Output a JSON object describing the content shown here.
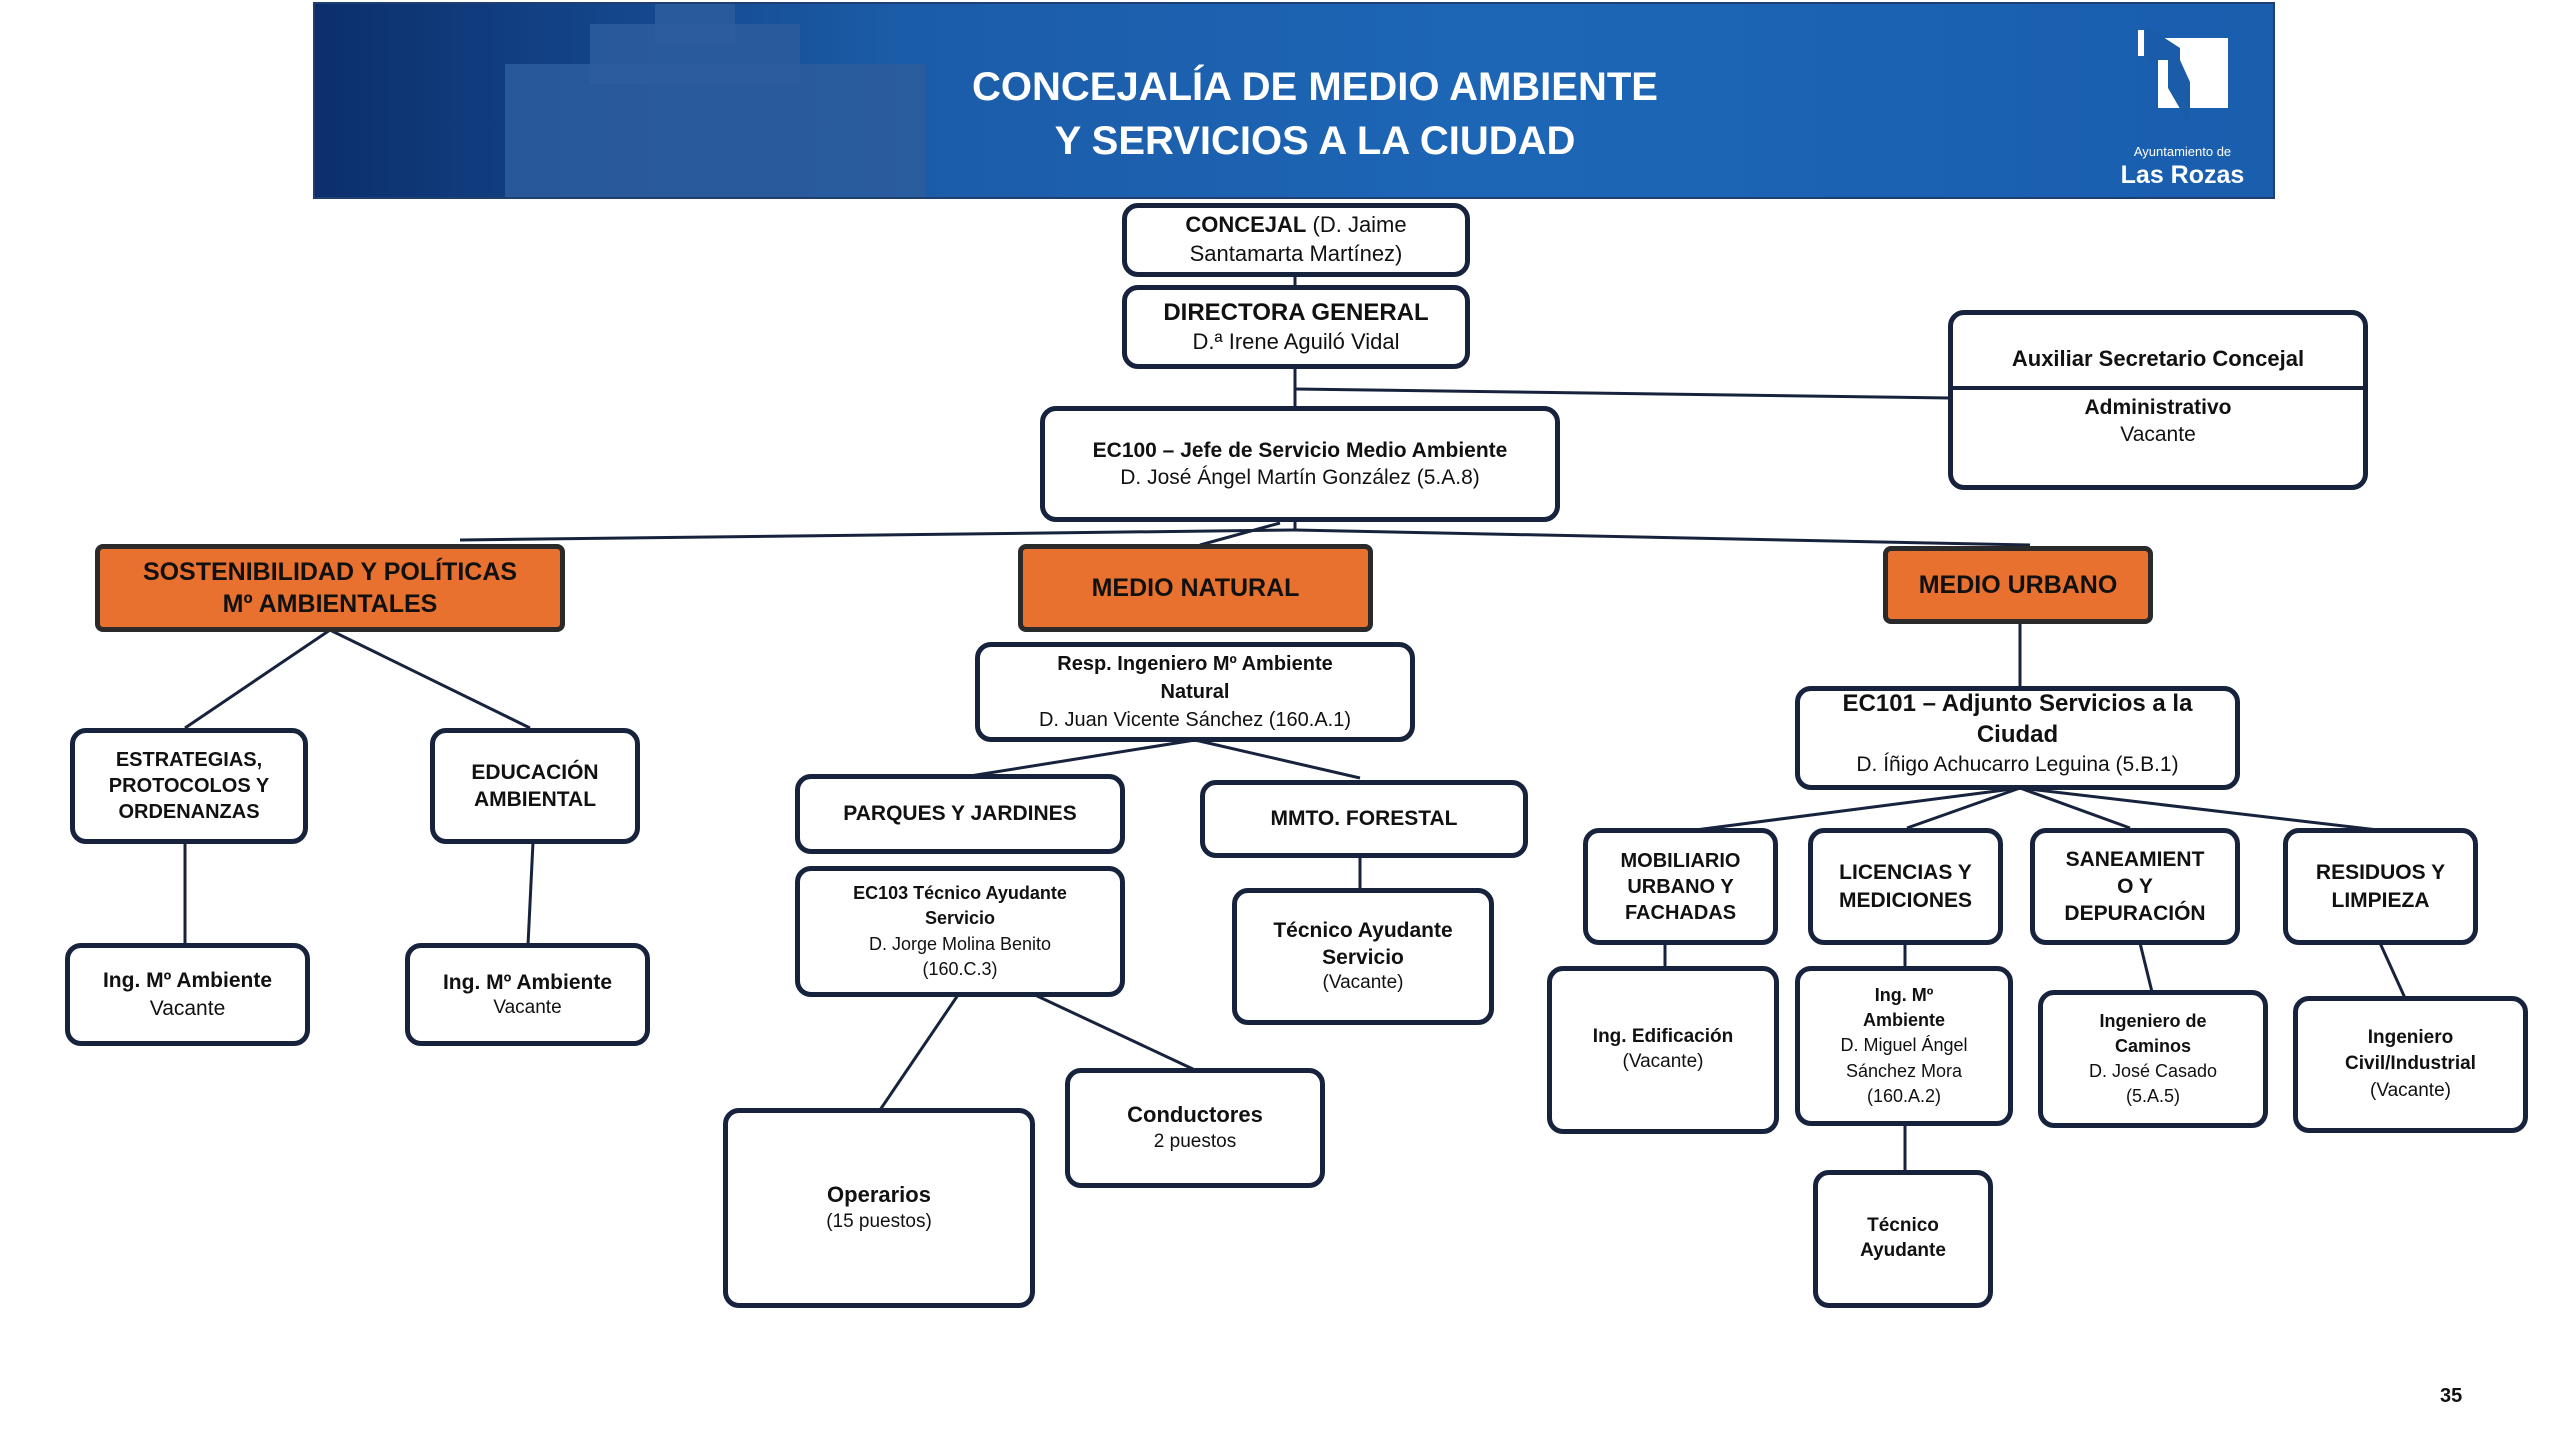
{
  "header": {
    "title_line1": "CONCEJALÍA DE MEDIO AMBIENTE",
    "title_line2": "Y SERVICIOS A LA CIUDAD",
    "logo_text1": "Ayuntamiento de",
    "logo_text2": "Las Rozas"
  },
  "top": {
    "concejal": {
      "role": "CONCEJAL",
      "name_a": "(D. Jaime",
      "name_b": "Santamarta  Martínez)"
    },
    "directora": {
      "role": "DIRECTORA GENERAL",
      "name": "D.ª Irene Aguiló Vidal"
    },
    "auxiliar": {
      "title": "Auxiliar Secretario Concejal",
      "role": "Administrativo",
      "status": "Vacante"
    },
    "ec100": {
      "title": "EC100 – Jefe de Servicio Medio Ambiente",
      "name": "D. José Ángel Martín González (5.A.8)"
    }
  },
  "sostenibilidad": {
    "title_line1": "SOSTENIBILIDAD Y POLÍTICAS",
    "title_line2": "Mº AMBIENTALES",
    "estrategias": {
      "l1": "ESTRATEGIAS,",
      "l2": "PROTOCOLOS Y",
      "l3": "ORDENANZAS"
    },
    "educacion": {
      "l1": "EDUCACIÓN",
      "l2": "AMBIENTAL"
    },
    "ing1": {
      "title": "Ing. Mº Ambiente",
      "status": "Vacante"
    },
    "ing2": {
      "title": "Ing. Mº Ambiente",
      "status": "Vacante"
    }
  },
  "medio_natural": {
    "title": "MEDIO NATURAL",
    "resp": {
      "l1": "Resp. Ingeniero Mº Ambiente",
      "l2": "Natural",
      "name": "D. Juan Vicente Sánchez (160.A.1)"
    },
    "parques": "PARQUES Y JARDINES",
    "forestal": "MMTO. FORESTAL",
    "ec103": {
      "l1": "EC103  Técnico Ayudante",
      "l2": "Servicio",
      "name": "D. Jorge Molina Benito",
      "code": "(160.C.3)"
    },
    "tecnico": {
      "l1": "Técnico Ayudante",
      "l2": "Servicio",
      "status": "(Vacante)"
    },
    "operarios": {
      "title": "Operarios",
      "count": "(15 puestos)"
    },
    "conductores": {
      "title": "Conductores",
      "count": "2 puestos"
    }
  },
  "medio_urbano": {
    "title": "MEDIO URBANO",
    "ec101": {
      "l1": "EC101 – Adjunto Servicios a la",
      "l2": "Ciudad",
      "name": "D. Íñigo Achucarro Leguina (5.B.1)"
    },
    "mobiliario": {
      "l1": "MOBILIARIO",
      "l2": "URBANO Y",
      "l3": "FACHADAS"
    },
    "licencias": {
      "l1": "LICENCIAS Y",
      "l2": "MEDICIONES"
    },
    "saneamiento": {
      "l1": "SANEAMIENT",
      "l2": "O Y",
      "l3": "DEPURACIÓN"
    },
    "residuos": {
      "l1": "RESIDUOS Y",
      "l2": "LIMPIEZA"
    },
    "ing_edif": {
      "title": "Ing. Edificación",
      "status": "(Vacante)"
    },
    "ing_ma": {
      "l1": "Ing. Mº",
      "l2": "Ambiente",
      "n1": "D. Miguel Ángel",
      "n2": "Sánchez Mora",
      "code": "(160.A.2)"
    },
    "ing_caminos": {
      "l1": "Ingeniero de",
      "l2": "Caminos",
      "name": "D. José Casado",
      "code": "(5.A.5)"
    },
    "ing_civil": {
      "l1": "Ingeniero",
      "l2": "Civil/Industrial",
      "status": "(Vacante)"
    },
    "tecnico": {
      "l1": "Técnico",
      "l2": "Ayudante"
    }
  },
  "page_number": "35",
  "colors": {
    "banner": "#1b5ca8",
    "area_fill": "#e8712f",
    "box_border": "#17233d"
  }
}
